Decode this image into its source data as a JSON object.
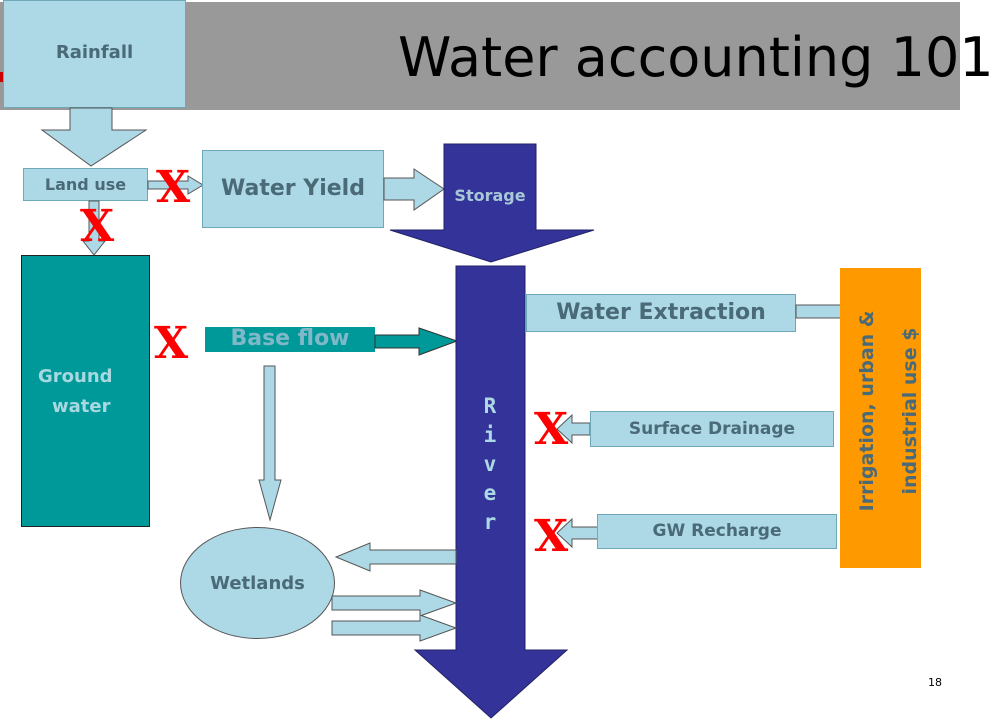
{
  "slide": {
    "title": "Water accounting 101",
    "page_number": "18",
    "header_band_color": "#999999"
  },
  "nodes": {
    "rainfall": "Rainfall",
    "land_use": "Land use",
    "water_yield": "Water Yield",
    "storage": "Storage",
    "ground_water_line1": "Ground",
    "ground_water_line2": "water",
    "base_flow": "Base flow",
    "river_letters": [
      "R",
      "i",
      "v",
      "e",
      "r"
    ],
    "water_extraction": "Water Extraction",
    "surface_drainage": "Surface Drainage",
    "gw_recharge": "GW Recharge",
    "wetlands": "Wetlands",
    "irrigation_line1": "Irrigation, urban &",
    "irrigation_line2": "industrial use  $"
  },
  "marks": {
    "x_symbol": "X"
  },
  "colors": {
    "light_blue_box": "#add8e6",
    "river_blue": "#333399",
    "ground_water_teal": "#009999",
    "irrigation_orange": "#ff9900",
    "x_red": "#ff0000"
  }
}
